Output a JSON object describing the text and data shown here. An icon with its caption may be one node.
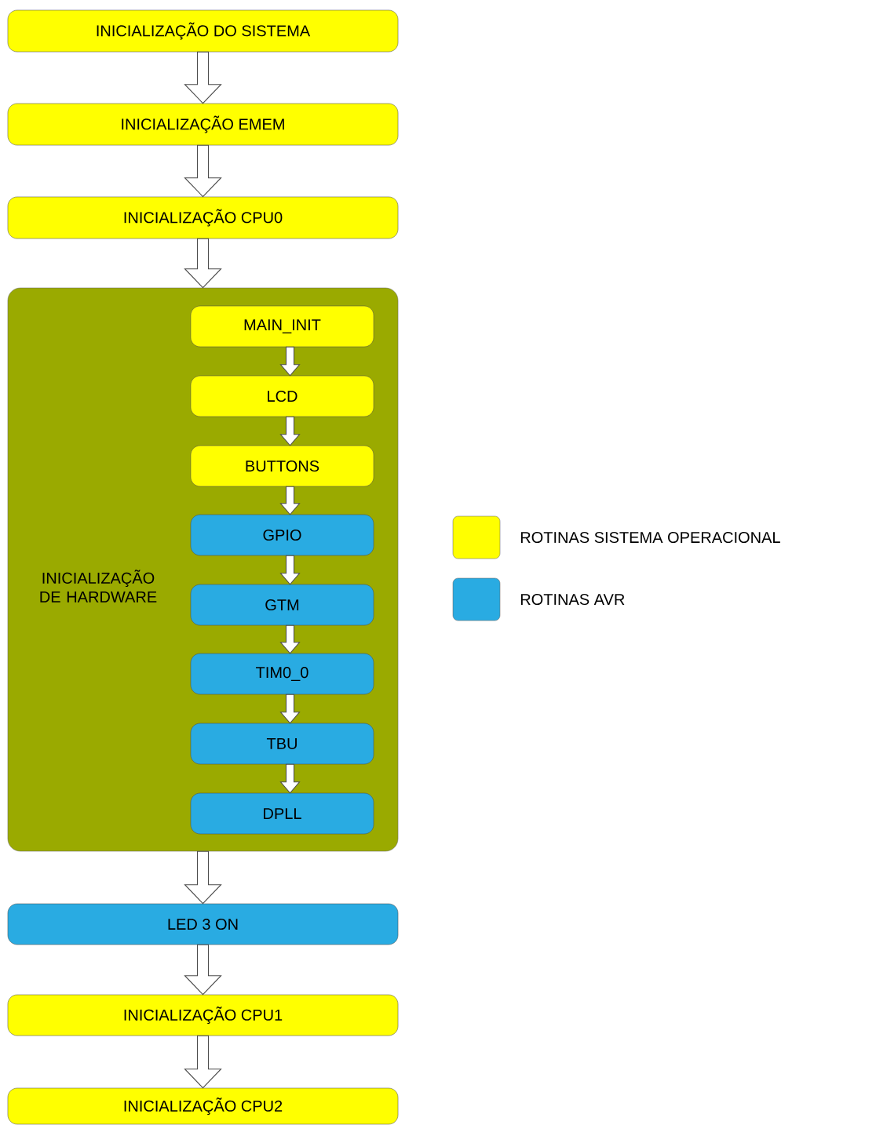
{
  "diagram": {
    "nodes": [
      {
        "text": [
          "INICIALIZAÇÃO DO SISTEMA"
        ]
      },
      {
        "text": [
          "INICIALIZAÇÃO EMEM"
        ]
      },
      {
        "text": [
          "INICIALIZAÇÃO CPU0"
        ]
      },
      {
        "text": [
          "INICIALIZAÇÃO DE HARDWARE"
        ]
      },
      {
        "text": [
          "MAIN_INIT"
        ],
        "in": 3
      },
      {
        "text": [
          "LCD"
        ],
        "in": 3
      },
      {
        "text": [
          "BUTTONS"
        ],
        "in": 3
      },
      {
        "text": [
          "GPIO"
        ],
        "in": 3
      },
      {
        "text": [
          "GTM"
        ],
        "in": 3
      },
      {
        "text": [
          "TIM0_0"
        ],
        "in": 3
      },
      {
        "text": [
          "TBU"
        ],
        "in": 3
      },
      {
        "text": [
          "DPLL"
        ],
        "in": 3
      },
      {
        "text": [
          "LED 3 ON"
        ]
      },
      {
        "text": [
          "INICIALIZAÇÃO CPU1"
        ]
      },
      {
        "text": [
          "INICIALIZAÇÃO CPU2"
        ]
      }
    ],
    "edges": [
      {
        "from": 0,
        "to": 1,
        "arrow": "to"
      },
      {
        "from": 1,
        "to": 2,
        "arrow": "to"
      },
      {
        "from": 2,
        "to": 3,
        "arrow": "to"
      },
      {
        "from": 4,
        "to": 5,
        "arrow": "to"
      },
      {
        "from": 5,
        "to": 6,
        "arrow": "to"
      },
      {
        "from": 6,
        "to": 7,
        "arrow": "to"
      },
      {
        "from": 7,
        "to": 8,
        "arrow": "to"
      },
      {
        "from": 8,
        "to": 9,
        "arrow": "to"
      },
      {
        "from": 9,
        "to": 10,
        "arrow": "to"
      },
      {
        "from": 10,
        "to": 11,
        "arrow": "to"
      },
      {
        "from": 3,
        "to": 12,
        "arrow": "to"
      },
      {
        "from": 12,
        "to": 13,
        "arrow": "to"
      },
      {
        "from": 13,
        "to": 14,
        "arrow": "to"
      }
    ],
    "legend": [
      {
        "text": "ROTINAS SISTEMA OPERACIONAL",
        "color": "#ffff00"
      },
      {
        "text": "ROTINAS AVR",
        "color": "#29abe2"
      }
    ]
  }
}
